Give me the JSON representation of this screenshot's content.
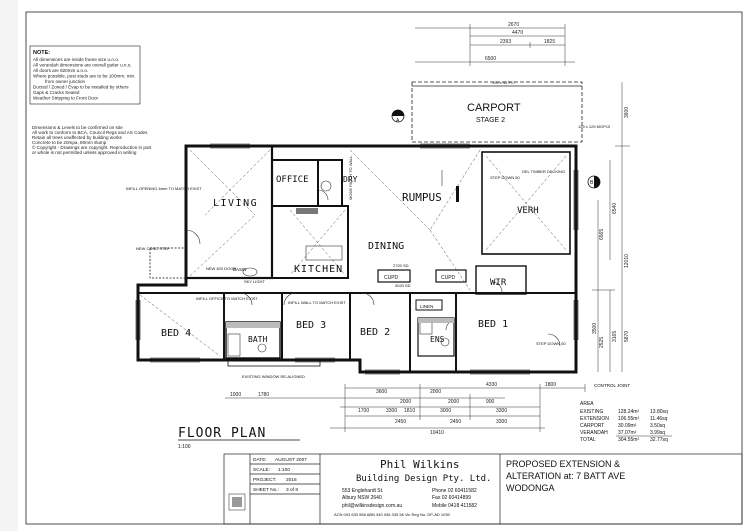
{
  "notes": {
    "heading": "NOTE:",
    "lines": [
      "All dimensions are inside frame size u.n.o.",
      "All verandah dimensions are overall gutter u.n.o.",
      "All doors are 820mm u.n.o.",
      "Where possible, post studs are to be 100mm. min.",
      "from owner junction",
      "Ducted / Zoned / Evap to be installed by others",
      "Gaps & Cracks Sealed",
      "Weather Stripping to Front Door"
    ]
  },
  "compliance": {
    "lines": [
      "Dimensions & Levels to be confirmed on site",
      "All work to conform to BCA, Council Regs and AS Codes",
      "Retain all trees unaffected by building works",
      "Concrete to be 20mpa, 80mm slump",
      "© Copyright - Drawings are copyright. Reproduction in part",
      "or whole is not permitted unless approved in writing"
    ]
  },
  "rooms": {
    "living": "LIVING",
    "office": "OFFICE",
    "dry": "DRY",
    "rumpus": "RUMPUS",
    "kitchen": "KITCHEN",
    "dining": "DINING",
    "verandah": "VERH",
    "carport": "CARPORT",
    "stage": "STAGE 2",
    "wir": "WIR",
    "ens": "ENS",
    "bath": "BATH",
    "bed1": "BED 1",
    "bed2": "BED 2",
    "bed3": "BED 3",
    "bed4": "BED 4",
    "cupd1": "CUPD",
    "cupd2": "CUPD",
    "linen": "LINEN",
    "basin": "BASIN",
    "skylight": "SKY LIGHT",
    "new_door": "NEW 820 DOOR",
    "new_conc": "NEW CONC STEP"
  },
  "annotations": {
    "infill_opening": "INFILL OPENING 6mm TO MATCH EXIST",
    "infill_office": "INFILL OFFICE TO MATCH EXIST",
    "infill_wall": "INFILL WALL TO MATCH EXIST",
    "step_down": "STEP DOWN 50",
    "del_timber": "DEL TIMBER DECKING",
    "existing_window": "EXISTING WINDOW RE-ALIGNED",
    "control_joint": "CONTROL JOINT",
    "mode_patch": "MODE PATCH TO WALL",
    "mgp": "125 x 125 MGP10",
    "beam": "190 x 45 F17",
    "step_down_bed": "STEP DOWN 50",
    "ceil": "3020 SD",
    "ceil2": "2720 SD"
  },
  "dimensions": {
    "top": [
      "2670",
      "4470",
      "2393",
      "1825",
      "6500"
    ],
    "right": [
      "3600",
      "6540",
      "6565",
      "12010",
      "3500",
      "2525",
      "3165",
      "5870"
    ],
    "bottom_row1": [
      "3600",
      "2000",
      "4330",
      "1800"
    ],
    "bottom_row2": [
      "1000",
      "1780",
      "2000",
      "2000",
      "900"
    ],
    "bottom_row3": [
      "1700",
      "3300",
      "1810",
      "3000",
      "3300"
    ],
    "bottom_row4": [
      "2450",
      "2450",
      "3300"
    ],
    "overall": "10410"
  },
  "area_table": {
    "heading": "AREA",
    "rows": [
      {
        "label": "EXISTING",
        "m2": "128.24m²",
        "sq": "13.80sq"
      },
      {
        "label": "EXTENSION",
        "m2": "106.55m²",
        "sq": "11.46sq"
      },
      {
        "label": "CARPORT",
        "m2": "30.09m²",
        "sq": "3.50sq"
      },
      {
        "label": "VERANDAH",
        "m2": "37.07m²",
        "sq": "3.99sq"
      },
      {
        "label": "TOTAL",
        "m2": "304.55m²",
        "sq": "32.77sq"
      }
    ]
  },
  "plan_title": "FLOOR PLAN",
  "plan_scale": "1:100",
  "title_block": {
    "date_label": "DATE:",
    "date_value": "AUGUST 2007",
    "scale_label": "SCALE:",
    "scale_value": "1:100",
    "project_label": "PROJECT:",
    "project_value": "2016",
    "sheet_label": "SHEET No.:",
    "sheet_value": "3 of 8",
    "firm_name": "Phil Wilkins",
    "firm_sub": "Building Design Pty. Ltd.",
    "address1": "553 Englehardt St.",
    "address2": "Albury NSW 2640",
    "email": "phil@wilkinsdesign.com.au",
    "phone": "Phone 02 60411582",
    "fax": "Fax     02 60414899",
    "mobile": "Mobile 0418 411582",
    "acn": "ACN 003 633 556  ABN 340 036 335 56  Vic Reg No: DP-AD 1039",
    "proposal_line1": "PROPOSED EXTENSION &",
    "proposal_line2": "ALTERATION at: 7 BATT AVE",
    "proposal_line3": "WODONGA"
  }
}
